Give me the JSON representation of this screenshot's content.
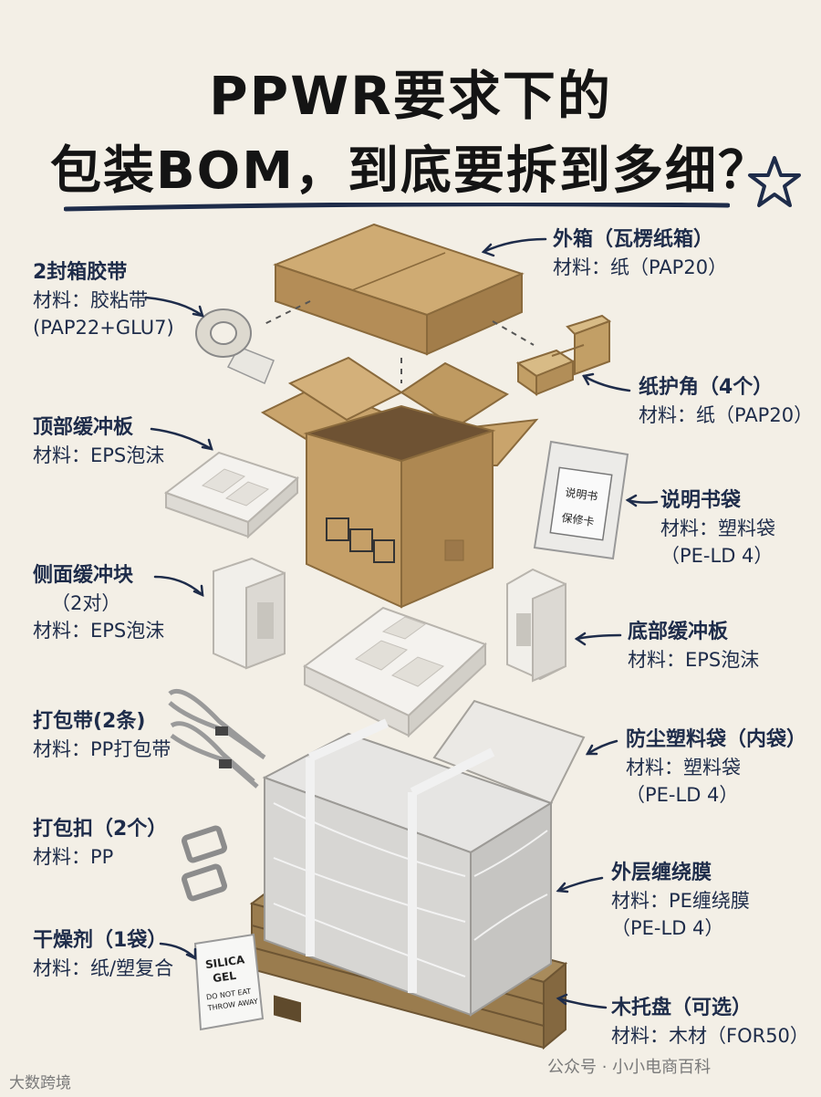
{
  "title": {
    "line1": "PPWR要求下的",
    "line2": "包装BOM，到底要拆到多细？"
  },
  "items": {
    "outer_box": {
      "name": "外箱（瓦楞纸箱）",
      "material": "材料：纸（PAP20）"
    },
    "tape": {
      "name": "2封箱胶带",
      "material": "材料：胶粘带",
      "code": "(PAP22+GLU7)"
    },
    "corner": {
      "name": "纸护角（4个）",
      "material": "材料：纸（PAP20）"
    },
    "top_cushion": {
      "name": "顶部缓冲板",
      "material": "材料：EPS泡沫"
    },
    "manual_bag": {
      "name": "说明书袋",
      "material": "材料：塑料袋",
      "code": "（PE-LD 4）",
      "card_line1": "说明书",
      "card_line2": "保修卡"
    },
    "side_block": {
      "name": "侧面缓冲块",
      "qty": "（2对）",
      "material": "材料：EPS泡沫"
    },
    "bottom_cushion": {
      "name": "底部缓冲板",
      "material": "材料：EPS泡沫"
    },
    "strap": {
      "name": "打包带(2条)",
      "material": "材料：PP打包带"
    },
    "dust_bag": {
      "name": "防尘塑料袋（内袋）",
      "material": "材料：塑料袋",
      "code": "（PE-LD 4）"
    },
    "buckle": {
      "name": "打包扣（2个）",
      "material": "材料：PP"
    },
    "stretch_film": {
      "name": "外层缠绕膜",
      "material": "材料：PE缠绕膜",
      "code": "（PE-LD 4）"
    },
    "desiccant": {
      "name": "干燥剂（1袋）",
      "material": "材料：纸/塑复合",
      "pack_line1": "SILICA",
      "pack_line2": "GEL",
      "pack_line3": "DO NOT EAT",
      "pack_line4": "THROW AWAY"
    },
    "pallet": {
      "name": "木托盘（可选）",
      "material": "材料：木材（FOR50）"
    }
  },
  "footer": {
    "left": "大数跨境",
    "right": "公众号 · 小小电商百科"
  },
  "colors": {
    "navy": "#1e2c4a",
    "cardboard": "#c9a46c",
    "cardboard_dark": "#a9834e",
    "foam": "#f1efea",
    "background": "#f3efe6"
  }
}
